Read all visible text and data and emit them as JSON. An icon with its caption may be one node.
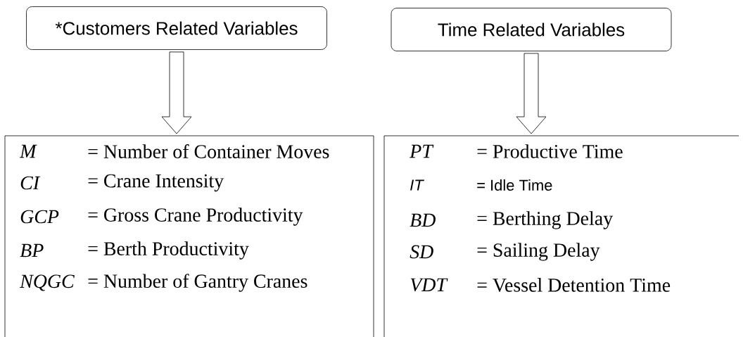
{
  "diagram": {
    "nodes": [
      {
        "text": [
          "*Customers Related Variables"
        ]
      },
      {
        "text": [
          "Time Related Variables"
        ]
      },
      {
        "text": [
          "M",
          "= Number of Container Moves",
          "CI",
          "= Crane Intensity",
          "GCP",
          "= Gross Crane Productivity",
          "BP",
          "= Berth Productivity",
          "NQGC",
          "= Number of Gantry Cranes"
        ]
      },
      {
        "text": [
          "PT",
          "= Productive Time",
          "IT",
          "= Idle Time",
          "BD",
          "= Berthing Delay",
          "SD",
          "= Sailing Delay",
          "VDT",
          "= Vessel Detention Time"
        ]
      }
    ],
    "edges": [
      {
        "from": 0,
        "to": 2,
        "arrow": "to"
      },
      {
        "from": 1,
        "to": 3,
        "arrow": "to"
      }
    ]
  }
}
